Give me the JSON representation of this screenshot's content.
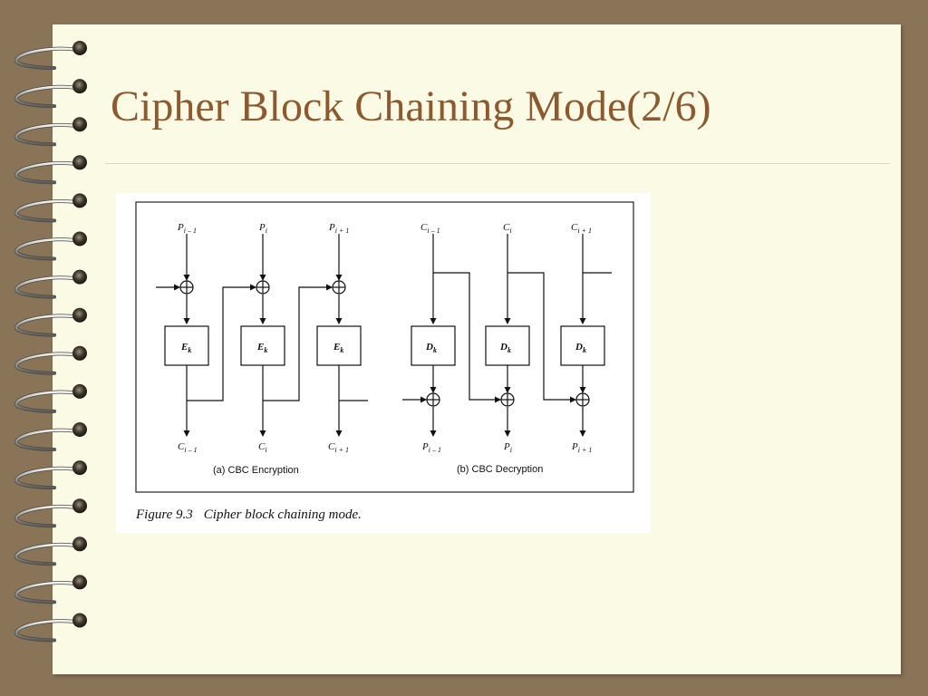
{
  "slide": {
    "title": "Cipher Block Chaining Mode(2/6)"
  },
  "figure": {
    "encryption": {
      "inputs": [
        "P",
        "P",
        "P"
      ],
      "input_subs": [
        "i – 1",
        "i",
        "i + 1"
      ],
      "blocks": [
        "E",
        "E",
        "E"
      ],
      "block_sub": "k",
      "outputs": [
        "C",
        "C",
        "C"
      ],
      "output_subs": [
        "i – 1",
        "i",
        "i + 1"
      ],
      "caption": "(a) CBC Encryption"
    },
    "decryption": {
      "inputs": [
        "C",
        "C",
        "C"
      ],
      "input_subs": [
        "i – 1",
        "i",
        "i + 1"
      ],
      "blocks": [
        "D",
        "D",
        "D"
      ],
      "block_sub": "k",
      "outputs": [
        "P",
        "P",
        "P"
      ],
      "output_subs": [
        "i – 1",
        "i",
        "i + 1"
      ],
      "caption": "(b) CBC Decryption"
    },
    "caption_number": "Figure 9.3",
    "caption_text": "Cipher block chaining mode."
  },
  "colors": {
    "background": "#8a7457",
    "page": "#fbfae5",
    "title": "#8c5a2e"
  }
}
